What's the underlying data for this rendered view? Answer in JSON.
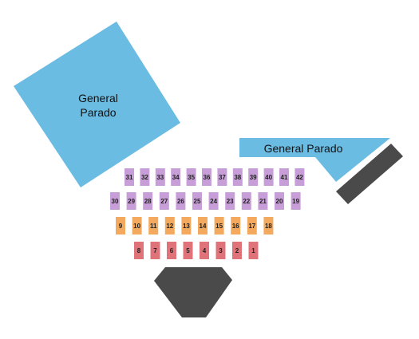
{
  "areas": {
    "ga_left": {
      "line1": "General",
      "line2": "Parado"
    },
    "ga_right": {
      "label": "General Parado"
    }
  },
  "colors": {
    "general_area": "#6bbce3",
    "stage": "#4a4a4a",
    "purple": "#c79ed7",
    "orange": "#f3a95e",
    "red": "#e0737a"
  },
  "rows": {
    "back": [
      "31",
      "32",
      "33",
      "34",
      "35",
      "36",
      "37",
      "38",
      "39",
      "40",
      "41",
      "42"
    ],
    "middle": [
      "30",
      "29",
      "28",
      "27",
      "26",
      "25",
      "24",
      "23",
      "22",
      "21",
      "20",
      "19"
    ],
    "orange": [
      "9",
      "10",
      "11",
      "12",
      "13",
      "14",
      "15",
      "16",
      "17",
      "18"
    ],
    "front": [
      "8",
      "7",
      "6",
      "5",
      "4",
      "3",
      "2",
      "1"
    ]
  }
}
